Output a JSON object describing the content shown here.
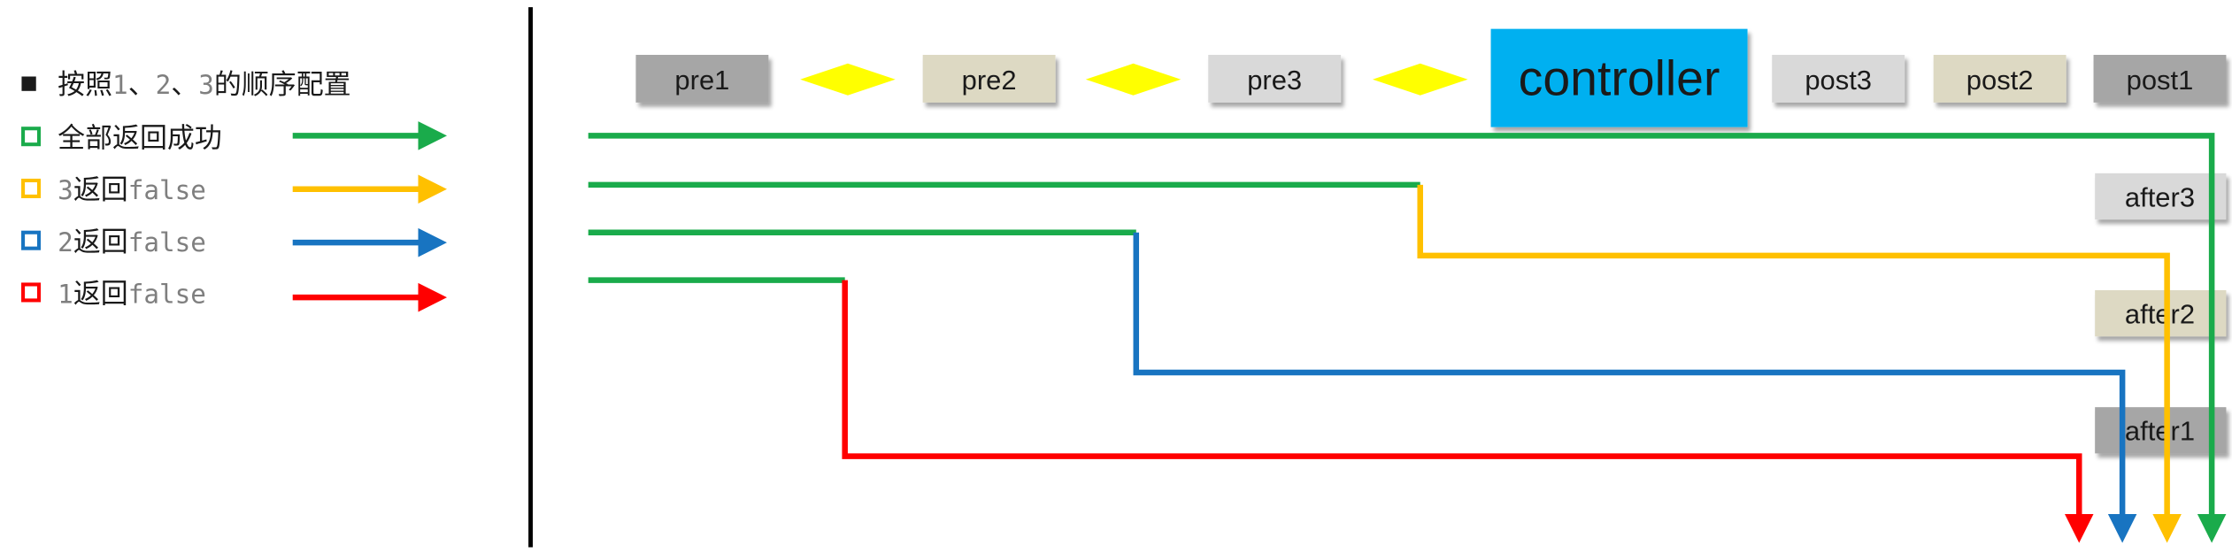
{
  "legend": {
    "order_note": {
      "prefix": "按照",
      "n1": "1",
      "sep1": "、",
      "n2": "2",
      "sep2": "、",
      "n3": "3",
      "suffix": "的顺序配置"
    },
    "all_success": "全部返回成功",
    "ret3": {
      "num": "3",
      "word": "返回",
      "val": "false"
    },
    "ret2": {
      "num": "2",
      "word": "返回",
      "val": "false"
    },
    "ret1": {
      "num": "1",
      "word": "返回",
      "val": "false"
    }
  },
  "boxes": {
    "pre1": "pre1",
    "pre2": "pre2",
    "pre3": "pre3",
    "controller": "controller",
    "post3": "post3",
    "post2": "post2",
    "post1": "post1",
    "after3": "after3",
    "after2": "after2",
    "after1": "after1"
  },
  "colors": {
    "green": "#1aab4b",
    "yellow": "#ffc000",
    "blue": "#1874c1",
    "red": "#ff0000",
    "controller_fill": "#00b0f0",
    "diamond_fill": "#ffff00",
    "box_dark": "#a6a6a6",
    "box_tan": "#ddd9c3",
    "box_light": "#d9d9d9"
  },
  "icons": {
    "bullet": "black-square-bullet",
    "legend_marker": "hollow-square-marker",
    "connector": "yellow-diamond"
  }
}
